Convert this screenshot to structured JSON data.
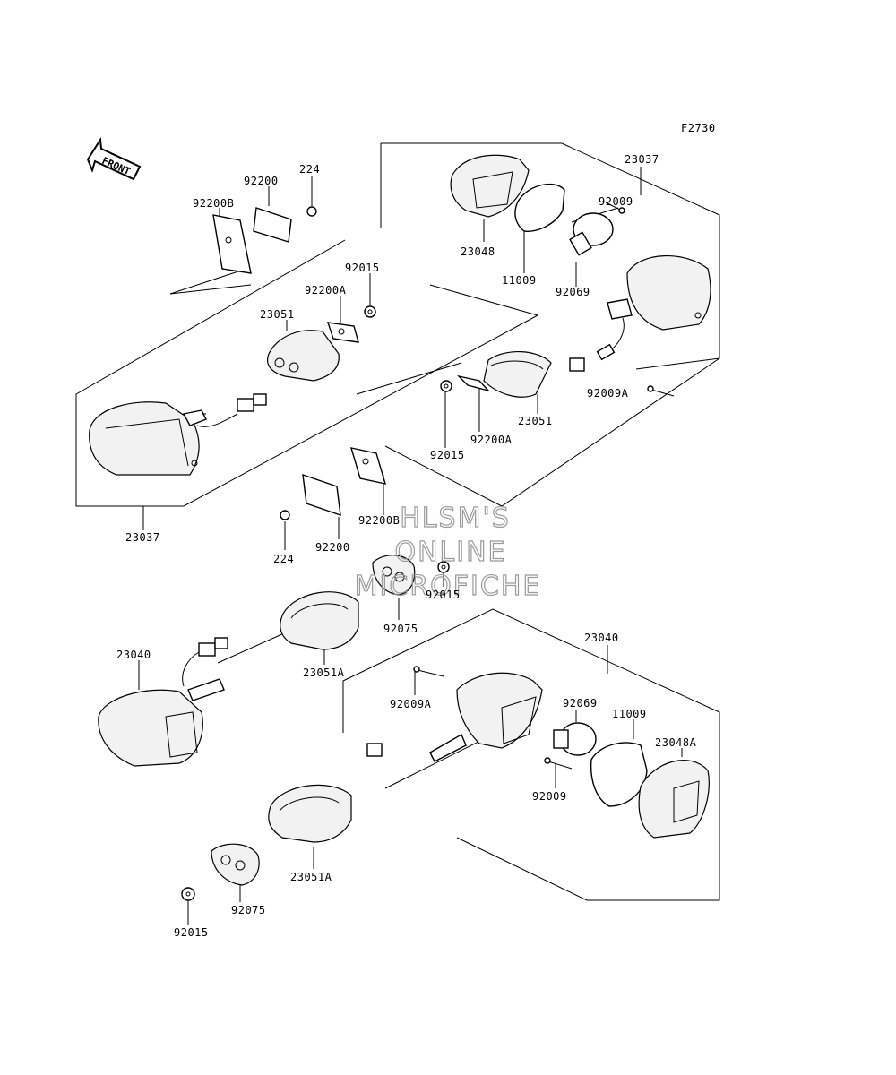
{
  "figure_code": "F2730",
  "front_label": "FRONT",
  "watermark": [
    "HLSM'S",
    "ONLINE",
    "MICROFICHE"
  ],
  "callouts": [
    {
      "id": "c01",
      "text": "92200B"
    },
    {
      "id": "c02",
      "text": "92200"
    },
    {
      "id": "c03",
      "text": "224"
    },
    {
      "id": "c04",
      "text": "92015"
    },
    {
      "id": "c05",
      "text": "92200A"
    },
    {
      "id": "c06",
      "text": "23051"
    },
    {
      "id": "c07",
      "text": "23037"
    },
    {
      "id": "c08",
      "text": "23037"
    },
    {
      "id": "c09",
      "text": "23048"
    },
    {
      "id": "c10",
      "text": "11009"
    },
    {
      "id": "c11",
      "text": "92009"
    },
    {
      "id": "c12",
      "text": "92069"
    },
    {
      "id": "c13",
      "text": "92009A"
    },
    {
      "id": "c14",
      "text": "23051"
    },
    {
      "id": "c15",
      "text": "92200A"
    },
    {
      "id": "c16",
      "text": "92015"
    },
    {
      "id": "c17",
      "text": "92200B"
    },
    {
      "id": "c18",
      "text": "92200"
    },
    {
      "id": "c19",
      "text": "224"
    },
    {
      "id": "c20",
      "text": "92015"
    },
    {
      "id": "c21",
      "text": "92075"
    },
    {
      "id": "c22",
      "text": "23051A"
    },
    {
      "id": "c23",
      "text": "23040"
    },
    {
      "id": "c24",
      "text": "23040"
    },
    {
      "id": "c25",
      "text": "92009A"
    },
    {
      "id": "c26",
      "text": "92069"
    },
    {
      "id": "c27",
      "text": "11009"
    },
    {
      "id": "c28",
      "text": "23048A"
    },
    {
      "id": "c29",
      "text": "92009"
    },
    {
      "id": "c30",
      "text": "23051A"
    },
    {
      "id": "c31",
      "text": "92075"
    },
    {
      "id": "c32",
      "text": "92015"
    }
  ]
}
